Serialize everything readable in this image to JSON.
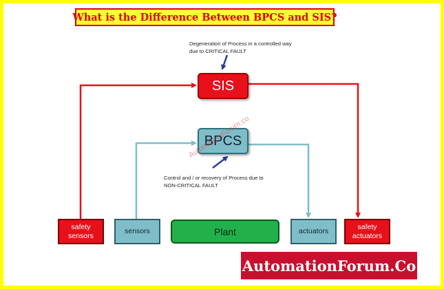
{
  "title": "What is the Difference Between BPCS and SIS?",
  "notes": {
    "sis_note": "Degeneration of Process in a controlled way due to CRITICAL FAULT",
    "bpcs_note": "Control and / or recovery of Process due to NON-CRITICAL FAULT"
  },
  "nodes": {
    "sis": "SIS",
    "bpcs": "BPCS",
    "safety_sensors": "safety sensors",
    "sensors": "sensors",
    "plant": "Plant",
    "actuators": "actuators",
    "safety_actuators": "safety actuators"
  },
  "watermark": "AutomationForum.co",
  "brand": "AutomationForum.Co",
  "colors": {
    "frame": "#ffff00",
    "safety_path": "#e8101a",
    "control_path": "#7fbec9",
    "plant": "#22b04a",
    "note_arrow": "#2a3a9a"
  },
  "edges": [
    {
      "from": "safety sensors",
      "to": "SIS",
      "color": "red"
    },
    {
      "from": "SIS",
      "to": "safety actuators",
      "color": "red"
    },
    {
      "from": "sensors",
      "to": "BPCS",
      "color": "blue"
    },
    {
      "from": "BPCS",
      "to": "actuators",
      "color": "blue"
    }
  ]
}
